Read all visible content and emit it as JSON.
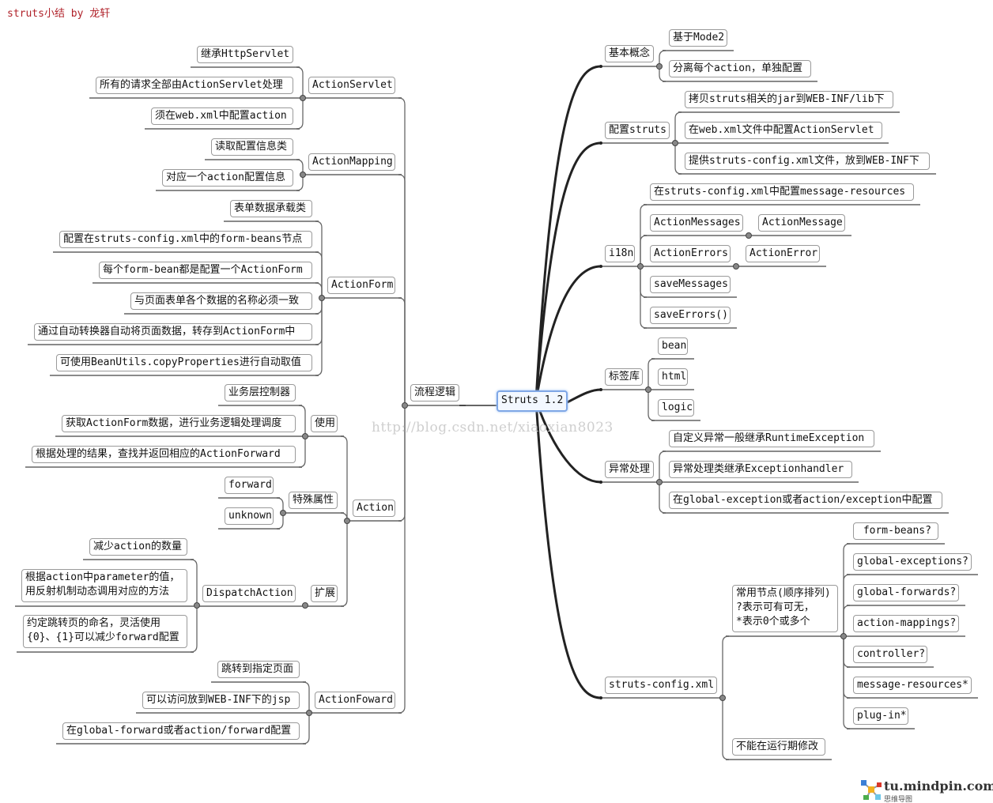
{
  "title": "struts小结 by 龙轩",
  "watermark": "http://blog.csdn.net/xiaoxian8023",
  "logo": {
    "site": "tu.mindpin.com",
    "subtitle": "思维导图"
  },
  "colors": {
    "title": "#b0222a",
    "center_border": "#7fa7e6",
    "line": "#555555",
    "trunk": "#222222"
  },
  "nodes": {
    "center": "Struts 1.2",
    "flow": "流程逻辑",
    "as": "ActionServlet",
    "as1": "继承HttpServlet",
    "as2": "所有的请求全部由ActionServlet处理",
    "as3": "须在web.xml中配置action",
    "am": "ActionMapping",
    "am1": "读取配置信息类",
    "am2": "对应一个action配置信息",
    "af": "ActionForm",
    "af1": "表单数据承载类",
    "af2": "配置在struts-config.xml中的form-beans节点",
    "af3": "每个form-bean都是配置一个ActionForm",
    "af4": "与页面表单各个数据的名称必须一致",
    "af5": "通过自动转换器自动将页面数据，转存到ActionForm中",
    "af6": "可使用BeanUtils.copyProperties进行自动取值",
    "action": "Action",
    "use": "使用",
    "use1": "业务层控制器",
    "use2": "获取ActionForm数据，进行业务逻辑处理调度",
    "use3": "根据处理的结果，查找并返回相应的ActionForward",
    "sp": "特殊属性",
    "sp1": "forward",
    "sp2": "unknown",
    "ext": "扩展",
    "da": "DispatchAction",
    "da1": "减少action的数量",
    "da2": "根据action中parameter的值，\n用反射机制动态调用对应的方法",
    "da3": "约定跳转页的命名，灵活使用\n{0}、{1}可以减少forward配置",
    "fw": "ActionFoward",
    "fw1": "跳转到指定页面",
    "fw2": "可以访问放到WEB-INF下的jsp",
    "fw3": "在global-forward或者action/forward配置",
    "basic": "基本概念",
    "basic1": "基于Mode2",
    "basic2": "分离每个action，单独配置",
    "cfg": "配置struts",
    "cfg1": "拷贝struts相关的jar到WEB-INF/lib下",
    "cfg2": "在web.xml文件中配置ActionServlet",
    "cfg3": "提供struts-config.xml文件，放到WEB-INF下",
    "i18n": "i18n",
    "i1": "在struts-config.xml中配置message-resources",
    "i2": "ActionMessages",
    "i2a": "ActionMessage",
    "i3": "ActionErrors",
    "i3a": "ActionError",
    "i4": "saveMessages",
    "i5": "saveErrors()",
    "tag": "标签库",
    "tag1": "bean",
    "tag2": "html",
    "tag3": "logic",
    "exc": "异常处理",
    "exc1": "自定义异常一般继承RuntimeException",
    "exc2": "异常处理类继承Exceptionhandler",
    "exc3": "在global-exception或者action/exception中配置",
    "sc": "struts-config.xml",
    "common": "常用节点(顺序排列)\n?表示可有可无，\n*表示0个或多个",
    "s1": " form-beans?",
    "s2": "global-exceptions?",
    "s3": "global-forwards?",
    "s4": "action-mappings?",
    "s5": "controller?",
    "s6": "message-resources*",
    "s7": "plug-in*",
    "nochange": "不能在运行期修改"
  }
}
